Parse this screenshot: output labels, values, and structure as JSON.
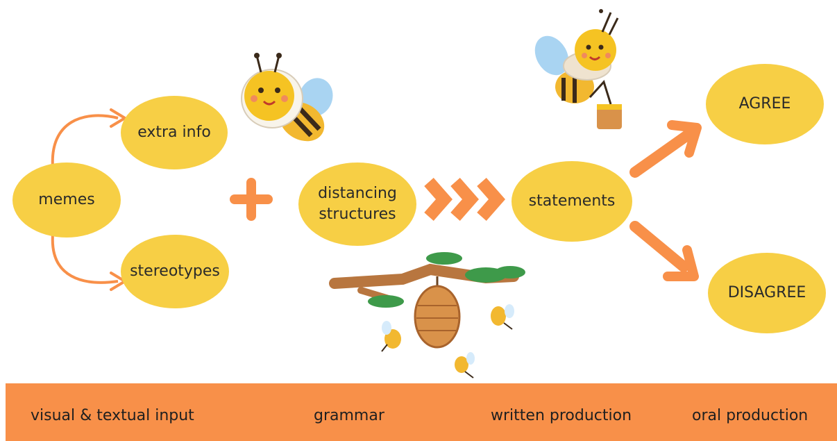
{
  "nodes": {
    "memes": "memes",
    "extra_info": "extra info",
    "stereotypes": "stereotypes",
    "distancing_line1": "distancing",
    "distancing_line2": "structures",
    "statements": "statements",
    "agree": "AGREE",
    "disagree": "DISAGREE"
  },
  "stages": {
    "input": "visual & textual input",
    "grammar": "grammar",
    "written": "written production",
    "oral": "oral production"
  },
  "colors": {
    "node_fill": "#f7cf45",
    "arrow": "#f89049",
    "bar": "#f89049",
    "honey": "#d9924a",
    "leaf": "#3e9a4a",
    "branch": "#b8763f"
  },
  "icons": [
    "bee-icon",
    "bee-with-honey-pot-icon",
    "beehive-branch-icon",
    "small-bee-icon"
  ]
}
